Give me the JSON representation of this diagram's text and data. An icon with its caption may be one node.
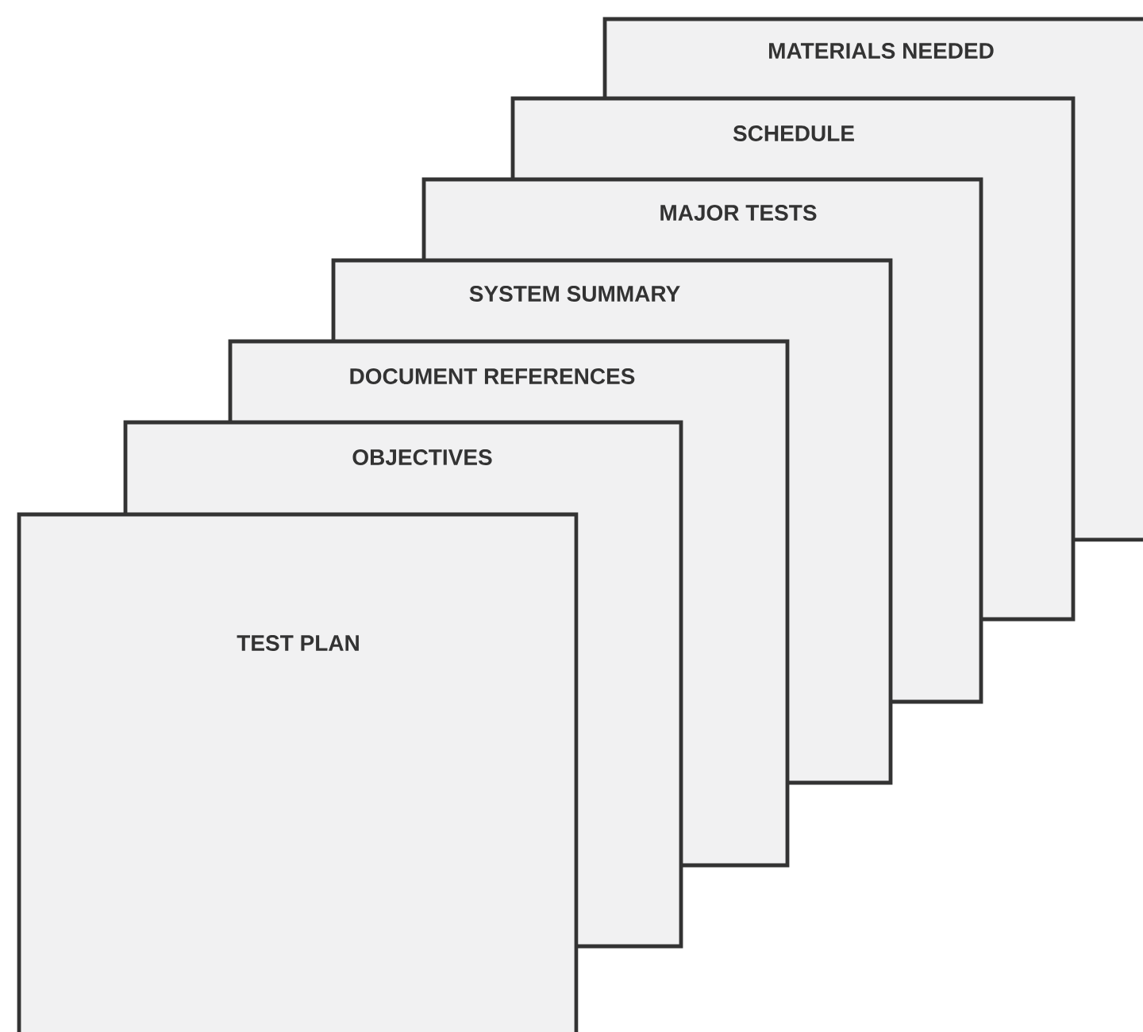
{
  "diagram": {
    "nodes": [
      {
        "text": [
          "MATERIALS NEEDED"
        ]
      },
      {
        "text": [
          "SCHEDULE"
        ]
      },
      {
        "text": [
          "MAJOR TESTS"
        ]
      },
      {
        "text": [
          "SYSTEM SUMMARY"
        ]
      },
      {
        "text": [
          "DOCUMENT REFERENCES"
        ]
      },
      {
        "text": [
          "OBJECTIVES"
        ]
      },
      {
        "text": [
          "TEST PLAN"
        ]
      }
    ]
  }
}
